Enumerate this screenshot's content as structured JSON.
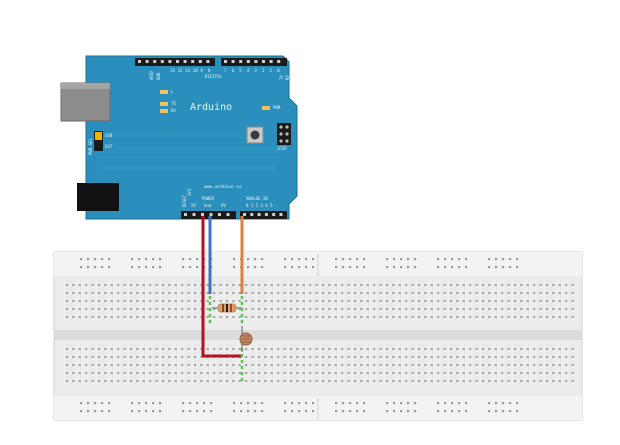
{
  "board": {
    "name": "Arduino",
    "url": "www.arduino.cc",
    "pin_labels": {
      "aref": "AREF",
      "gnd": "GND",
      "digital": "DIGITAL",
      "pwm": "PWM",
      "tx": "TX",
      "rx": "RX",
      "l": "L",
      "tx_pin": "TX",
      "rx_pin": "RX",
      "pwr": "PWR",
      "usb": "USB",
      "ext": "EXT",
      "pwr_sel": "PWR SEL",
      "icsp": "ICSP",
      "power": "POWER",
      "reset": "RESET",
      "v33": "3V3",
      "v5": "5V",
      "gnd_power": "Gnd",
      "vin": "9V",
      "analog_in": "ANALOG IN",
      "analog_numbers": "0 1 2 3 4 5",
      "digital_numbers": [
        "13",
        "12",
        "11",
        "10",
        "9",
        "8",
        "7",
        "6",
        "5",
        "4",
        "3",
        "2",
        "1",
        "0"
      ]
    }
  },
  "colors": {
    "board": "#2a8fbd",
    "board_dark": "#1d6f94",
    "breadboard": "#ececec",
    "hole": "#9a9a9a",
    "wire_red": "#b3131b",
    "wire_blue": "#3d73c9",
    "wire_orange": "#e0803a",
    "wire_green": "#5cc45a",
    "resistor": "#d9a673"
  },
  "components": {
    "resistor": "resistor",
    "photoresistor": "photoresistor"
  }
}
